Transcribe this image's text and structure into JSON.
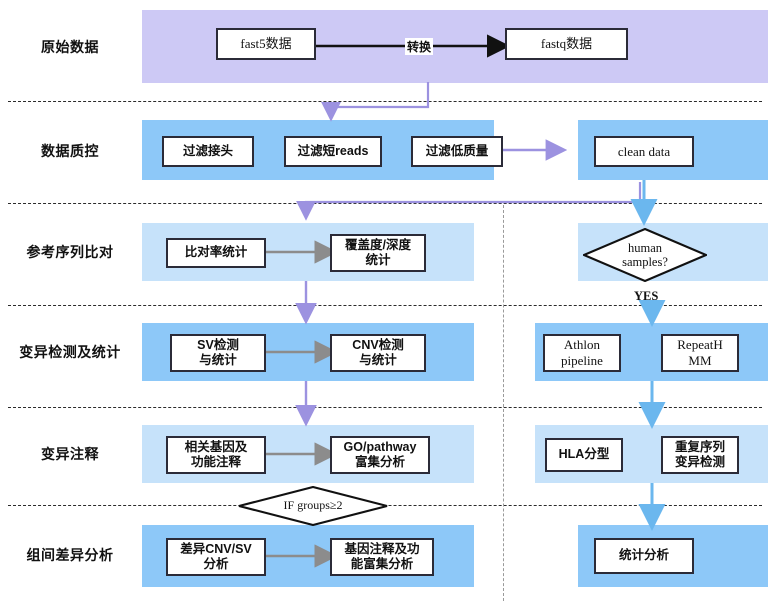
{
  "diagram": {
    "title": "Nanopore sequencing bioinformatics analysis pipeline",
    "colors": {
      "band_lavender": "#cdc9f5",
      "band_blue": "#8dc8f8",
      "band_blue_light": "#c6e2fa",
      "arrow_purple": "#9c92e0",
      "arrow_blue": "#6bb7ee",
      "arrow_gray": "#8c8c8c",
      "arrow_black": "#111111",
      "node_border": "#2b2b38",
      "separator_dashed": "#2b2b2b",
      "vertical_divider": "#9a9a9a"
    },
    "rows": [
      {
        "id": "raw-data",
        "label": "原始数据"
      },
      {
        "id": "qc",
        "label": "数据质控"
      },
      {
        "id": "alignment",
        "label": "参考序列比对"
      },
      {
        "id": "variant-calling",
        "label": "变异检测及统计"
      },
      {
        "id": "annotation",
        "label": "变异注释"
      },
      {
        "id": "group-compare",
        "label": "组间差异分析"
      }
    ],
    "nodes": {
      "fast5": "fast5数据",
      "fastq": "fastq数据",
      "filter_adapter": "过滤接头",
      "filter_short": "过滤短reads",
      "filter_lowqual": "过滤低质量",
      "clean_data": "clean data",
      "map_rate": "比对率统计",
      "coverage_depth": "覆盖度/深度\n统计",
      "sv_detect": "SV检测\n与统计",
      "cnv_detect": "CNV检测\n与统计",
      "gene_annot": "相关基因及\n功能注释",
      "go_pathway": "GO/pathway\n富集分析",
      "diff_cnvsv": "差异CNV/SV\n分析",
      "gene_enrich": "基因注释及功\n能富集分析",
      "athlon": "Athlon\npipeline",
      "repeathmm": "RepeatH\nMM",
      "hla_typing": "HLA分型",
      "repeat_variant": "重复序列\n变异检测",
      "stat_analysis": "统计分析"
    },
    "decisions": {
      "human_samples": "human\nsamples?",
      "if_groups": "IF groups≥2"
    },
    "edge_labels": {
      "convert": "转换",
      "yes": "YES"
    }
  }
}
